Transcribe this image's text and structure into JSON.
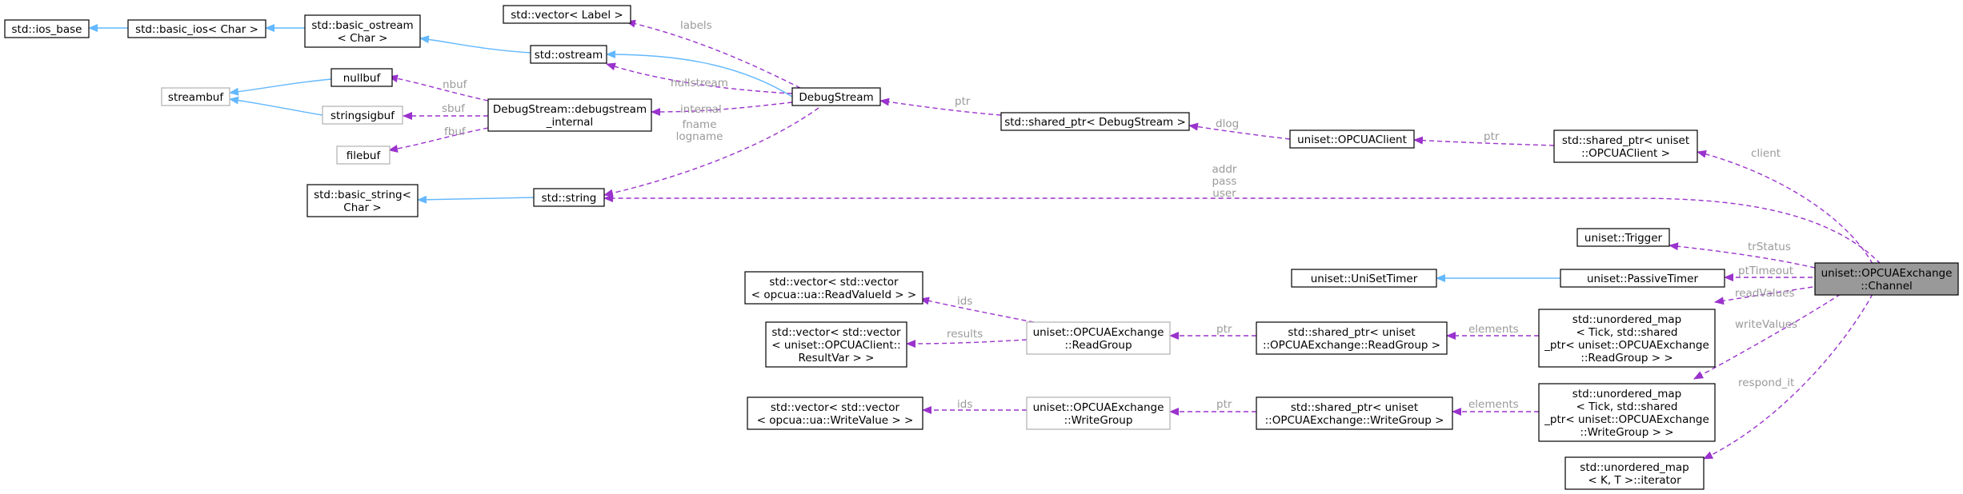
{
  "colors": {
    "inheritance_edge": "#63b8ff",
    "usage_edge": "#9a32cd",
    "edge_label": "#9a9a9a",
    "node_border": "#000000",
    "external_node_border": "#b0b0b0",
    "focus_node_fill": "#999999"
  },
  "nodes": {
    "ios_base": [
      "std::ios_base"
    ],
    "basic_ios": [
      "std::basic_ios< Char >"
    ],
    "basic_ostream": [
      "std::basic_ostream",
      "< Char >"
    ],
    "vector_label": [
      "std::vector< Label >"
    ],
    "ostream": [
      "std::ostream"
    ],
    "nullbuf": [
      "nullbuf"
    ],
    "streambuf": [
      "streambuf"
    ],
    "stringsigbuf": [
      "stringsigbuf"
    ],
    "filebuf": [
      "filebuf"
    ],
    "debugstream_internal": [
      "DebugStream::debugstream",
      "_internal"
    ],
    "debugstream": [
      "DebugStream"
    ],
    "shared_ptr_debugstream": [
      "std::shared_ptr< DebugStream >"
    ],
    "opcuaclient": [
      "uniset::OPCUAClient"
    ],
    "shared_ptr_opcuaclient": [
      "std::shared_ptr< uniset",
      "::OPCUAClient >"
    ],
    "basic_string": [
      "std::basic_string<",
      "Char >"
    ],
    "string": [
      "std::string"
    ],
    "trigger": [
      "uniset::Trigger"
    ],
    "unisettimer": [
      "uniset::UniSetTimer"
    ],
    "passivetimer": [
      "uniset::PassiveTimer"
    ],
    "channel": [
      "uniset::OPCUAExchange",
      "::Channel"
    ],
    "vector_readvalueid": [
      "std::vector< std::vector",
      "< opcua::ua::ReadValueId > >"
    ],
    "vector_resultvar": [
      "std::vector< std::vector",
      "< uniset::OPCUAClient::",
      "ResultVar > >"
    ],
    "readgroup": [
      "uniset::OPCUAExchange",
      "::ReadGroup"
    ],
    "shared_ptr_readgroup": [
      "std::shared_ptr< uniset",
      "::OPCUAExchange::ReadGroup >"
    ],
    "map_readgroup": [
      "std::unordered_map",
      "< Tick, std::shared",
      "_ptr< uniset::OPCUAExchange",
      "::ReadGroup > >"
    ],
    "vector_writevalue": [
      "std::vector< std::vector",
      "< opcua::ua::WriteValue > >"
    ],
    "writegroup": [
      "uniset::OPCUAExchange",
      "::WriteGroup"
    ],
    "shared_ptr_writegroup": [
      "std::shared_ptr< uniset",
      "::OPCUAExchange::WriteGroup >"
    ],
    "map_writegroup": [
      "std::unordered_map",
      "< Tick, std::shared",
      "_ptr< uniset::OPCUAExchange",
      "::WriteGroup > >"
    ],
    "map_iterator": [
      "std::unordered_map",
      "< K, T >::iterator"
    ]
  },
  "edge_labels": {
    "labels": [
      "labels"
    ],
    "nullstream": [
      "nullstream"
    ],
    "nbuf": [
      "nbuf"
    ],
    "sbuf": [
      "sbuf"
    ],
    "fbuf": [
      "fbuf"
    ],
    "internal": [
      "internal"
    ],
    "fname_logname": [
      "fname",
      "logname"
    ],
    "ptr_debugstream": [
      "ptr"
    ],
    "dlog": [
      "dlog"
    ],
    "ptr_opcuaclient": [
      "ptr"
    ],
    "client": [
      "client"
    ],
    "addr_pass_user": [
      "addr",
      "pass",
      "user"
    ],
    "trstatus": [
      "trStatus"
    ],
    "pttimeout": [
      "ptTimeout"
    ],
    "readvalues": [
      "readValues"
    ],
    "writevalues": [
      "writeValues"
    ],
    "respond_it": [
      "respond_it"
    ],
    "ids_read": [
      "ids"
    ],
    "results": [
      "results"
    ],
    "ptr_readgroup": [
      "ptr"
    ],
    "elements_read": [
      "elements"
    ],
    "ids_write": [
      "ids"
    ],
    "ptr_writegroup": [
      "ptr"
    ],
    "elements_write": [
      "elements"
    ]
  }
}
